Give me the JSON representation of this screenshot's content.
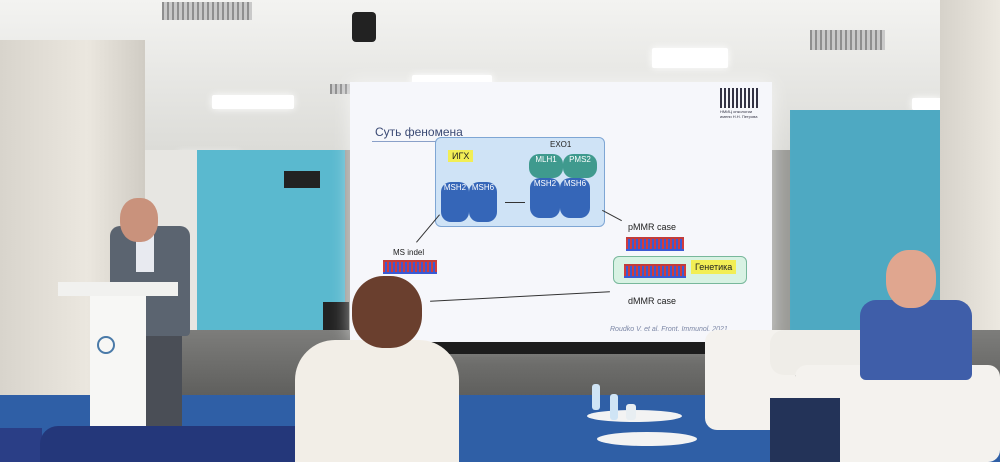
{
  "slide": {
    "title": "Суть феномена",
    "logo_text": "НМИЦ онкологии имени Н.Н. Петрова",
    "igx_label": "ИГХ",
    "exo_label": "EXO1",
    "mlh1_label": "MLH1",
    "pms2_label": "PMS2",
    "msh2_label": "MSH2",
    "msh6_label": "MSH6",
    "ms_indel_label": "MS indel",
    "pmmr_label": "pMMR case",
    "dmmr_label": "dMMR case",
    "genetika_label": "Генетика",
    "citation": "Roudko V. et al. Front. Immunol. 2021"
  },
  "colors": {
    "screen_bg": "#f6f7fb",
    "protein_blue": "#3566b8",
    "highlight_yellow": "#f2ee55",
    "wall_blue": "#5ab9cf",
    "floor_blue": "#2f5fa6"
  }
}
